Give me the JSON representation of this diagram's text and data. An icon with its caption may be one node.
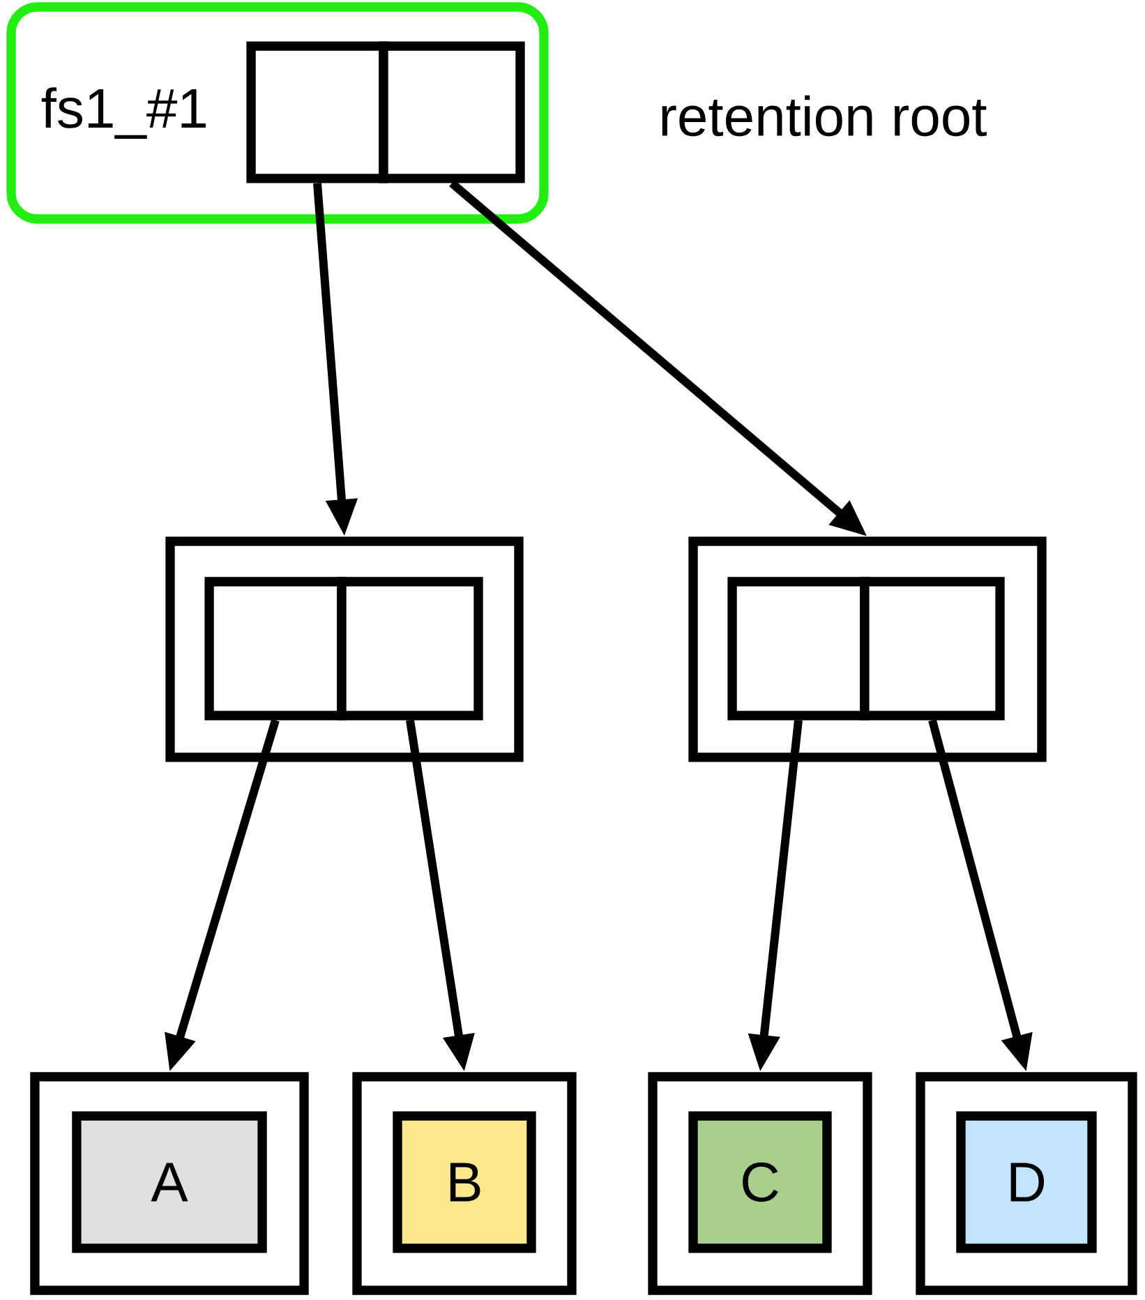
{
  "diagram": {
    "nodes": [
      {
        "text": [
          "fs1_#1"
        ]
      },
      {
        "text": [],
        "shape": "box",
        "in": 0
      },
      {
        "text": [],
        "shape": "box",
        "in": 0
      },
      {
        "text": [],
        "shape": "box"
      },
      {
        "text": [],
        "shape": "box",
        "in": 3
      },
      {
        "text": [],
        "shape": "box",
        "in": 3
      },
      {
        "text": [],
        "shape": "box"
      },
      {
        "text": [],
        "shape": "box",
        "in": 6
      },
      {
        "text": [],
        "shape": "box",
        "in": 6
      },
      {
        "text": [],
        "shape": "box"
      },
      {
        "text": [
          "A"
        ],
        "in": 9
      },
      {
        "text": [],
        "shape": "box"
      },
      {
        "text": [
          "B"
        ],
        "in": 11
      },
      {
        "text": [],
        "shape": "box"
      },
      {
        "text": [
          "C"
        ],
        "in": 13
      },
      {
        "text": [],
        "shape": "box"
      },
      {
        "text": [
          "D"
        ],
        "in": 15
      }
    ],
    "edges": [
      {
        "from": 1,
        "to": 3,
        "arrow": "to"
      },
      {
        "from": 2,
        "to": 6,
        "arrow": "to"
      },
      {
        "from": 4,
        "to": 9,
        "arrow": "to"
      },
      {
        "from": 5,
        "to": 11,
        "arrow": "to"
      },
      {
        "from": 7,
        "to": 13,
        "arrow": "to"
      },
      {
        "from": 8,
        "to": 15,
        "arrow": "to"
      }
    ],
    "labels": [
      "retention root"
    ]
  }
}
